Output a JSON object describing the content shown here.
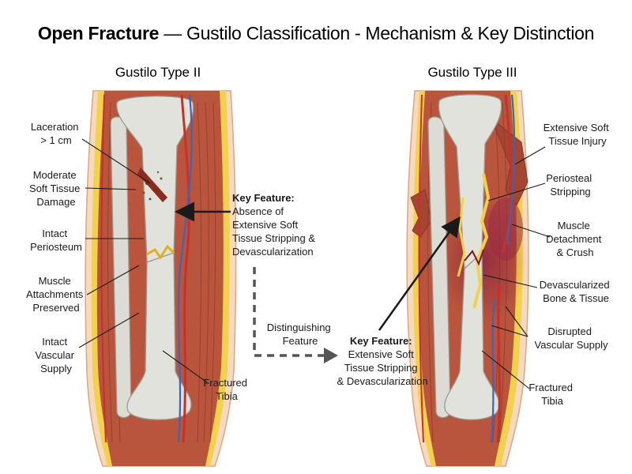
{
  "title": {
    "bold": "Open Fracture",
    "rest": " — Gustilo Classification - Mechanism & Key Distinction"
  },
  "panels": {
    "type2": {
      "title": "Gustilo Type II"
    },
    "type3": {
      "title": "Gustilo Type III"
    }
  },
  "labels_type2": {
    "laceration": [
      "Laceration",
      "> 1 cm"
    ],
    "moderate": [
      "Moderate",
      "Soft Tissue",
      "Damage"
    ],
    "periosteum": [
      "Intact",
      "Periosteum"
    ],
    "muscle": [
      "Muscle",
      "Attachments",
      "Preserved"
    ],
    "vascular": [
      "Intact",
      "Vascular",
      "Supply"
    ],
    "tibia": [
      "Fractured",
      "Tibia"
    ]
  },
  "labels_type3": {
    "soft": [
      "Extensive Soft",
      "Tissue Injury"
    ],
    "periosteal": [
      "Periosteal",
      "Stripping"
    ],
    "muscle": [
      "Muscle",
      "Detachment",
      "& Crush"
    ],
    "devasc": [
      "Devascularized",
      "Bone & Tissue"
    ],
    "vascular": [
      "Disrupted",
      "Vascular Supply"
    ],
    "tibia": [
      "Fractured",
      "Tibia"
    ]
  },
  "key_feature_2": {
    "heading": "Key Feature:",
    "lines": [
      "Absence of",
      "Extensive Soft",
      "Tissue Stripping &",
      "Devascularization"
    ]
  },
  "distinguishing": [
    "Distinguishing",
    "Feature"
  ],
  "key_feature_3": {
    "heading": "Key Feature:",
    "lines": [
      "Extensive Soft",
      "Tissue Stripping",
      "& Devascularization"
    ]
  },
  "colors": {
    "skin": "#f6d9bf",
    "skin_outline": "#d8a884",
    "fat": "#f2d24a",
    "muscle": "#b9553c",
    "muscle_dark": "#8e3526",
    "bone": "#e2e2dc",
    "bone_outline": "#9a9a92",
    "artery": "#c8302a",
    "vein": "#3a66b5",
    "crush": "#9b2a45"
  }
}
